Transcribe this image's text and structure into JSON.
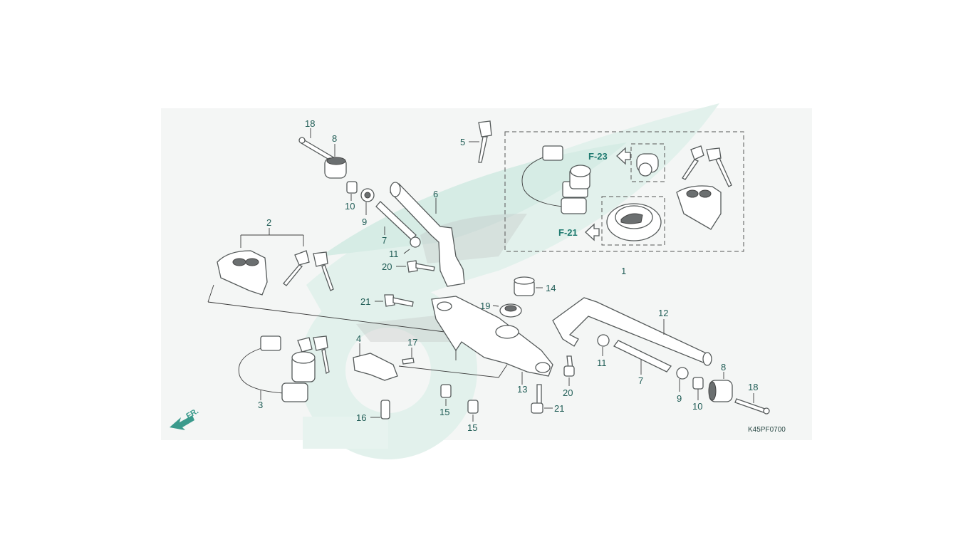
{
  "diagram": {
    "code": "K45PF0700",
    "direction_label": "FR.",
    "ref_labels": {
      "f23": "F-23",
      "f21": "F-21"
    },
    "callouts": {
      "c1": "1",
      "c2": "2",
      "c3": "3",
      "c4": "4",
      "c5": "5",
      "c6": "6",
      "c7a": "7",
      "c7b": "7",
      "c8a": "8",
      "c8b": "8",
      "c9a": "9",
      "c9b": "9",
      "c10a": "10",
      "c10b": "10",
      "c11a": "11",
      "c11b": "11",
      "c12": "12",
      "c13": "13",
      "c14": "14",
      "c15a": "15",
      "c15b": "15",
      "c16": "16",
      "c17": "17",
      "c18a": "18",
      "c18b": "18",
      "c19": "19",
      "c20a": "20",
      "c20b": "20",
      "c21a": "21",
      "c21b": "21"
    },
    "colors": {
      "accent": "#1f7a70",
      "watermark": "#e3f2ee",
      "callout": "#1f5c55"
    }
  }
}
